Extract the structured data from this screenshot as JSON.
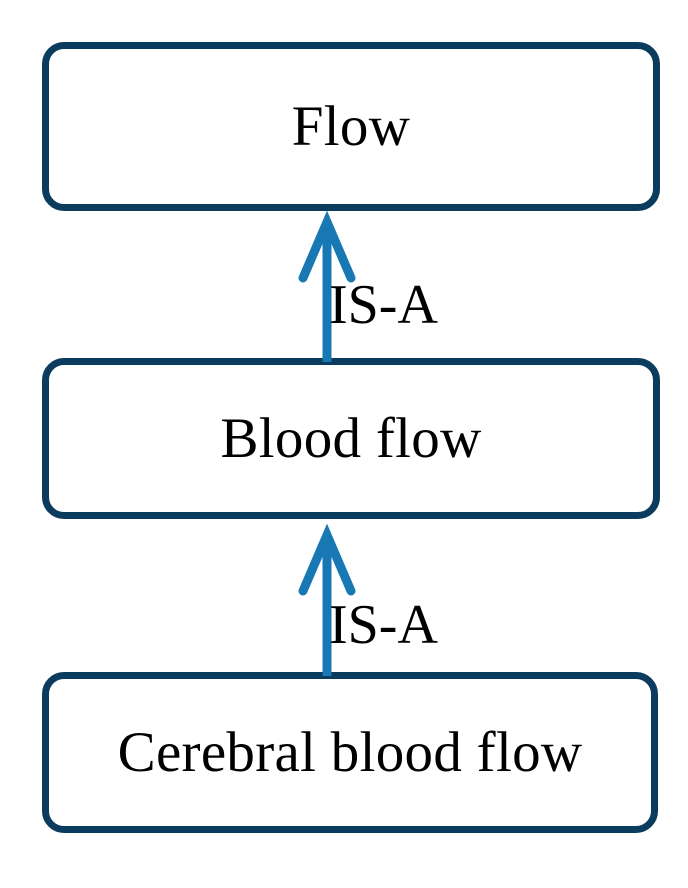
{
  "diagram": {
    "type": "hierarchy",
    "orientation": "bottom-to-top",
    "colors": {
      "node_border": "#0B3C5D",
      "node_fill": "#FFFFFF",
      "edge": "#1878B4",
      "text": "#000000",
      "background": "#FFFFFF"
    },
    "nodes": [
      {
        "id": "flow",
        "label": "Flow",
        "level": 0
      },
      {
        "id": "blood_flow",
        "label": "Blood flow",
        "level": 1
      },
      {
        "id": "cerebral_blood_flow",
        "label": "Cerebral blood flow",
        "level": 2
      }
    ],
    "edges": [
      {
        "id": "edge1",
        "from": "blood_flow",
        "to": "flow",
        "label": "IS-A",
        "arrow": "up"
      },
      {
        "id": "edge2",
        "from": "cerebral_blood_flow",
        "to": "blood_flow",
        "label": "IS-A",
        "arrow": "up"
      }
    ]
  }
}
